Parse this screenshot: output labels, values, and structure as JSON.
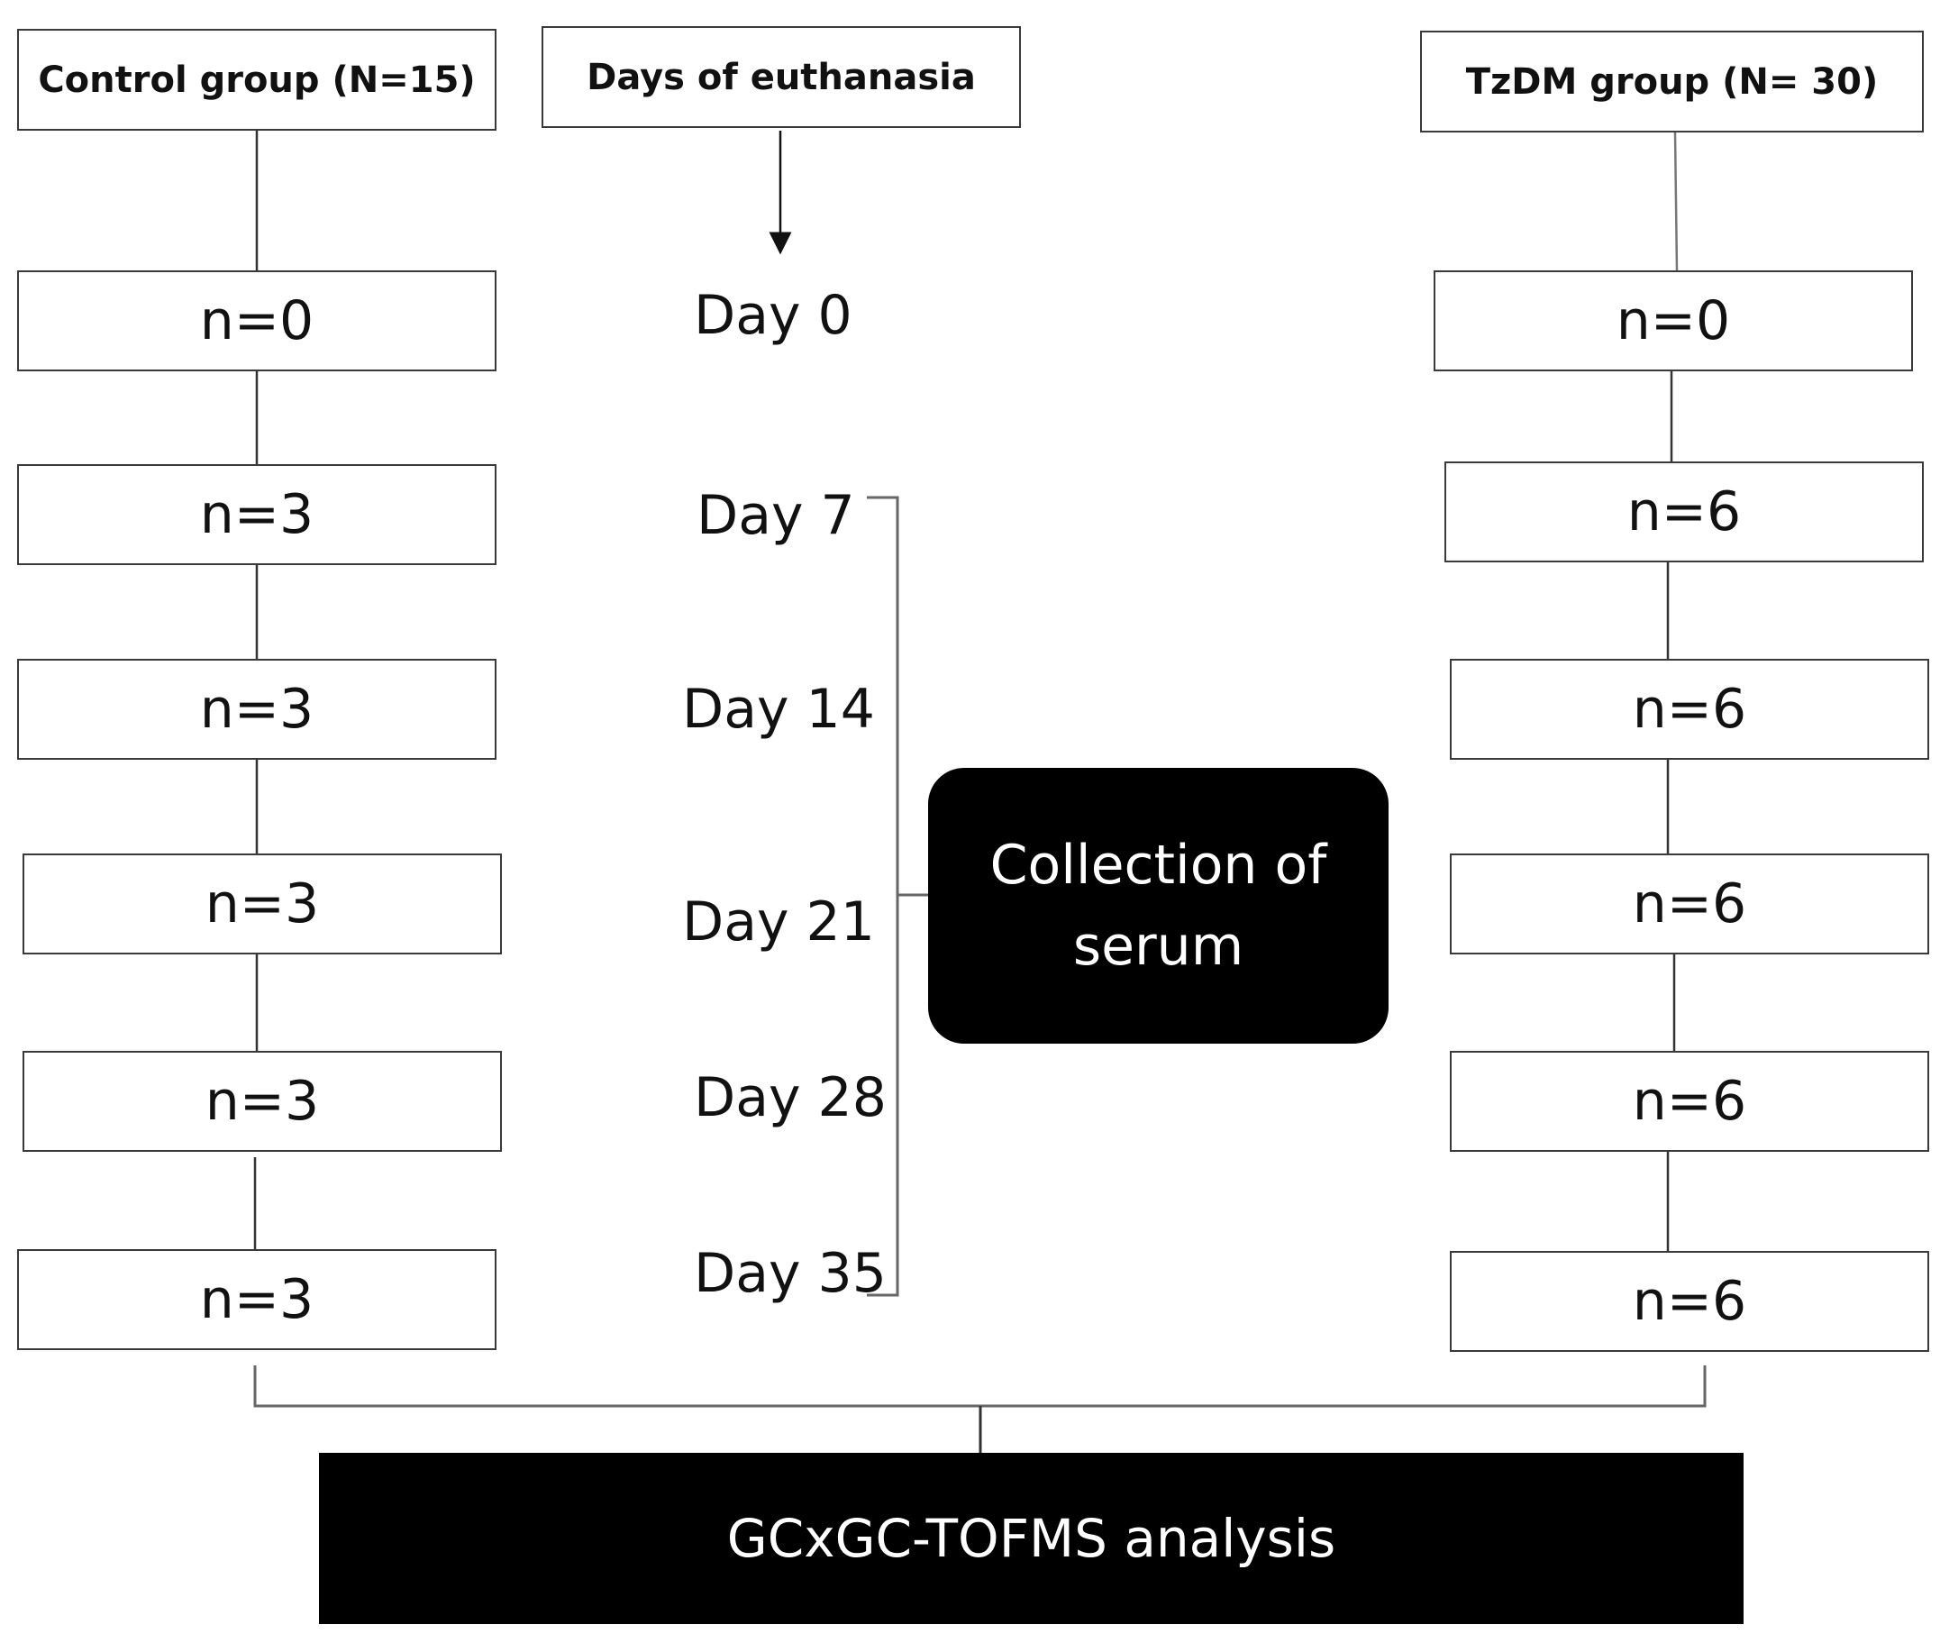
{
  "control": {
    "title": "Control group (N=15)",
    "counts": [
      "n=0",
      "n=3",
      "n=3",
      "n=3",
      "n=3",
      "n=3"
    ]
  },
  "days": {
    "title": "Days of euthanasia",
    "labels": [
      "Day 0",
      "Day 7",
      "Day 14",
      "Day 21",
      "Day 28",
      "Day 35"
    ]
  },
  "tzdm": {
    "title": "TzDM group (N= 30)",
    "counts": [
      "n=0",
      "n=6",
      "n=6",
      "n=6",
      "n=6",
      "n=6"
    ]
  },
  "collection": {
    "line1": "Collection of",
    "line2": "serum"
  },
  "analysis": {
    "label": "GCxGC-TOFMS analysis"
  }
}
